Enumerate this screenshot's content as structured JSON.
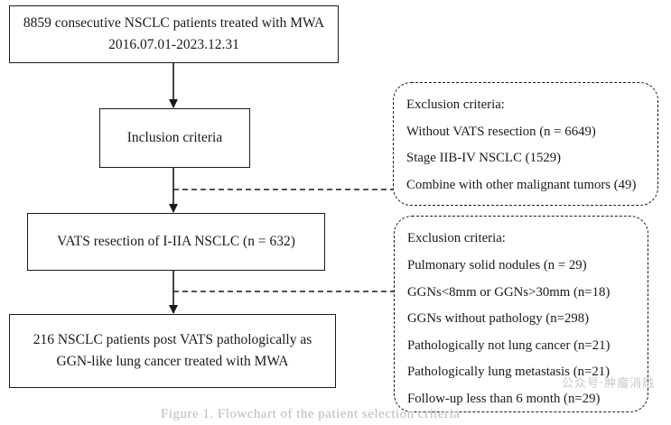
{
  "boxes": {
    "b1": {
      "line1": "8859 consecutive NSCLC patients treated with MWA",
      "line2": "2016.07.01-2023.12.31"
    },
    "b2": {
      "line1": "Inclusion criteria"
    },
    "b3": {
      "line1": "VATS  resection of I-IIA NSCLC (n = 632)"
    },
    "b4": {
      "line1": "216 NSCLC patients post VATS pathologically as",
      "line2": "GGN-like lung cancer treated with MWA"
    }
  },
  "exclusion1": {
    "title": "Exclusion criteria:",
    "items": [
      "Without VATS resection (n = 6649)",
      "Stage IIB-IV NSCLC (1529)",
      "Combine with other malignant tumors (49)"
    ]
  },
  "exclusion2": {
    "title": "Exclusion criteria:",
    "items": [
      "Pulmonary solid nodules (n = 29)",
      "GGNs<8mm or GGNs>30mm (n=18)",
      "GGNs without pathology (n=298)",
      "Pathologically not lung cancer (n=21)",
      "Pathologically lung metastasis (n=21)",
      "Follow-up less than 6 month (n=29)"
    ]
  },
  "watermark": "公众号·肿瘤消融",
  "caption": "Figure 1. Flowchart of the patient selection criteria"
}
